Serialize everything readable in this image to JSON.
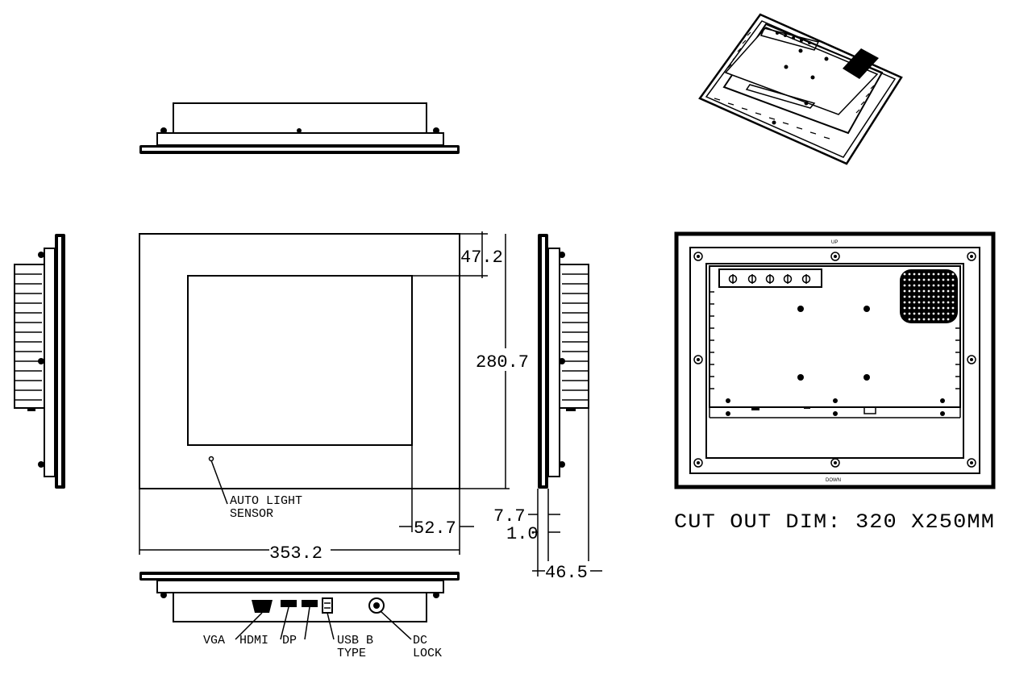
{
  "dimensions": {
    "width": "353.2",
    "height": "280.7",
    "top_bezel": "47.2",
    "side_bezel": "52.7",
    "thickness_a": "7.7",
    "thickness_b": "1.0",
    "depth": "46.5"
  },
  "labels": {
    "sensor_line1": "AUTO LIGHT",
    "sensor_line2": "SENSOR",
    "vga": "VGA",
    "hdmi": "HDMI",
    "dp": "DP",
    "usb_line1": "USB B",
    "usb_line2": "TYPE",
    "dc_line1": "DC",
    "dc_line2": "LOCK"
  },
  "rear_marks": {
    "up": "UP",
    "down": "DOWN"
  },
  "cutout": "CUT OUT DIM: 320 X250MM"
}
